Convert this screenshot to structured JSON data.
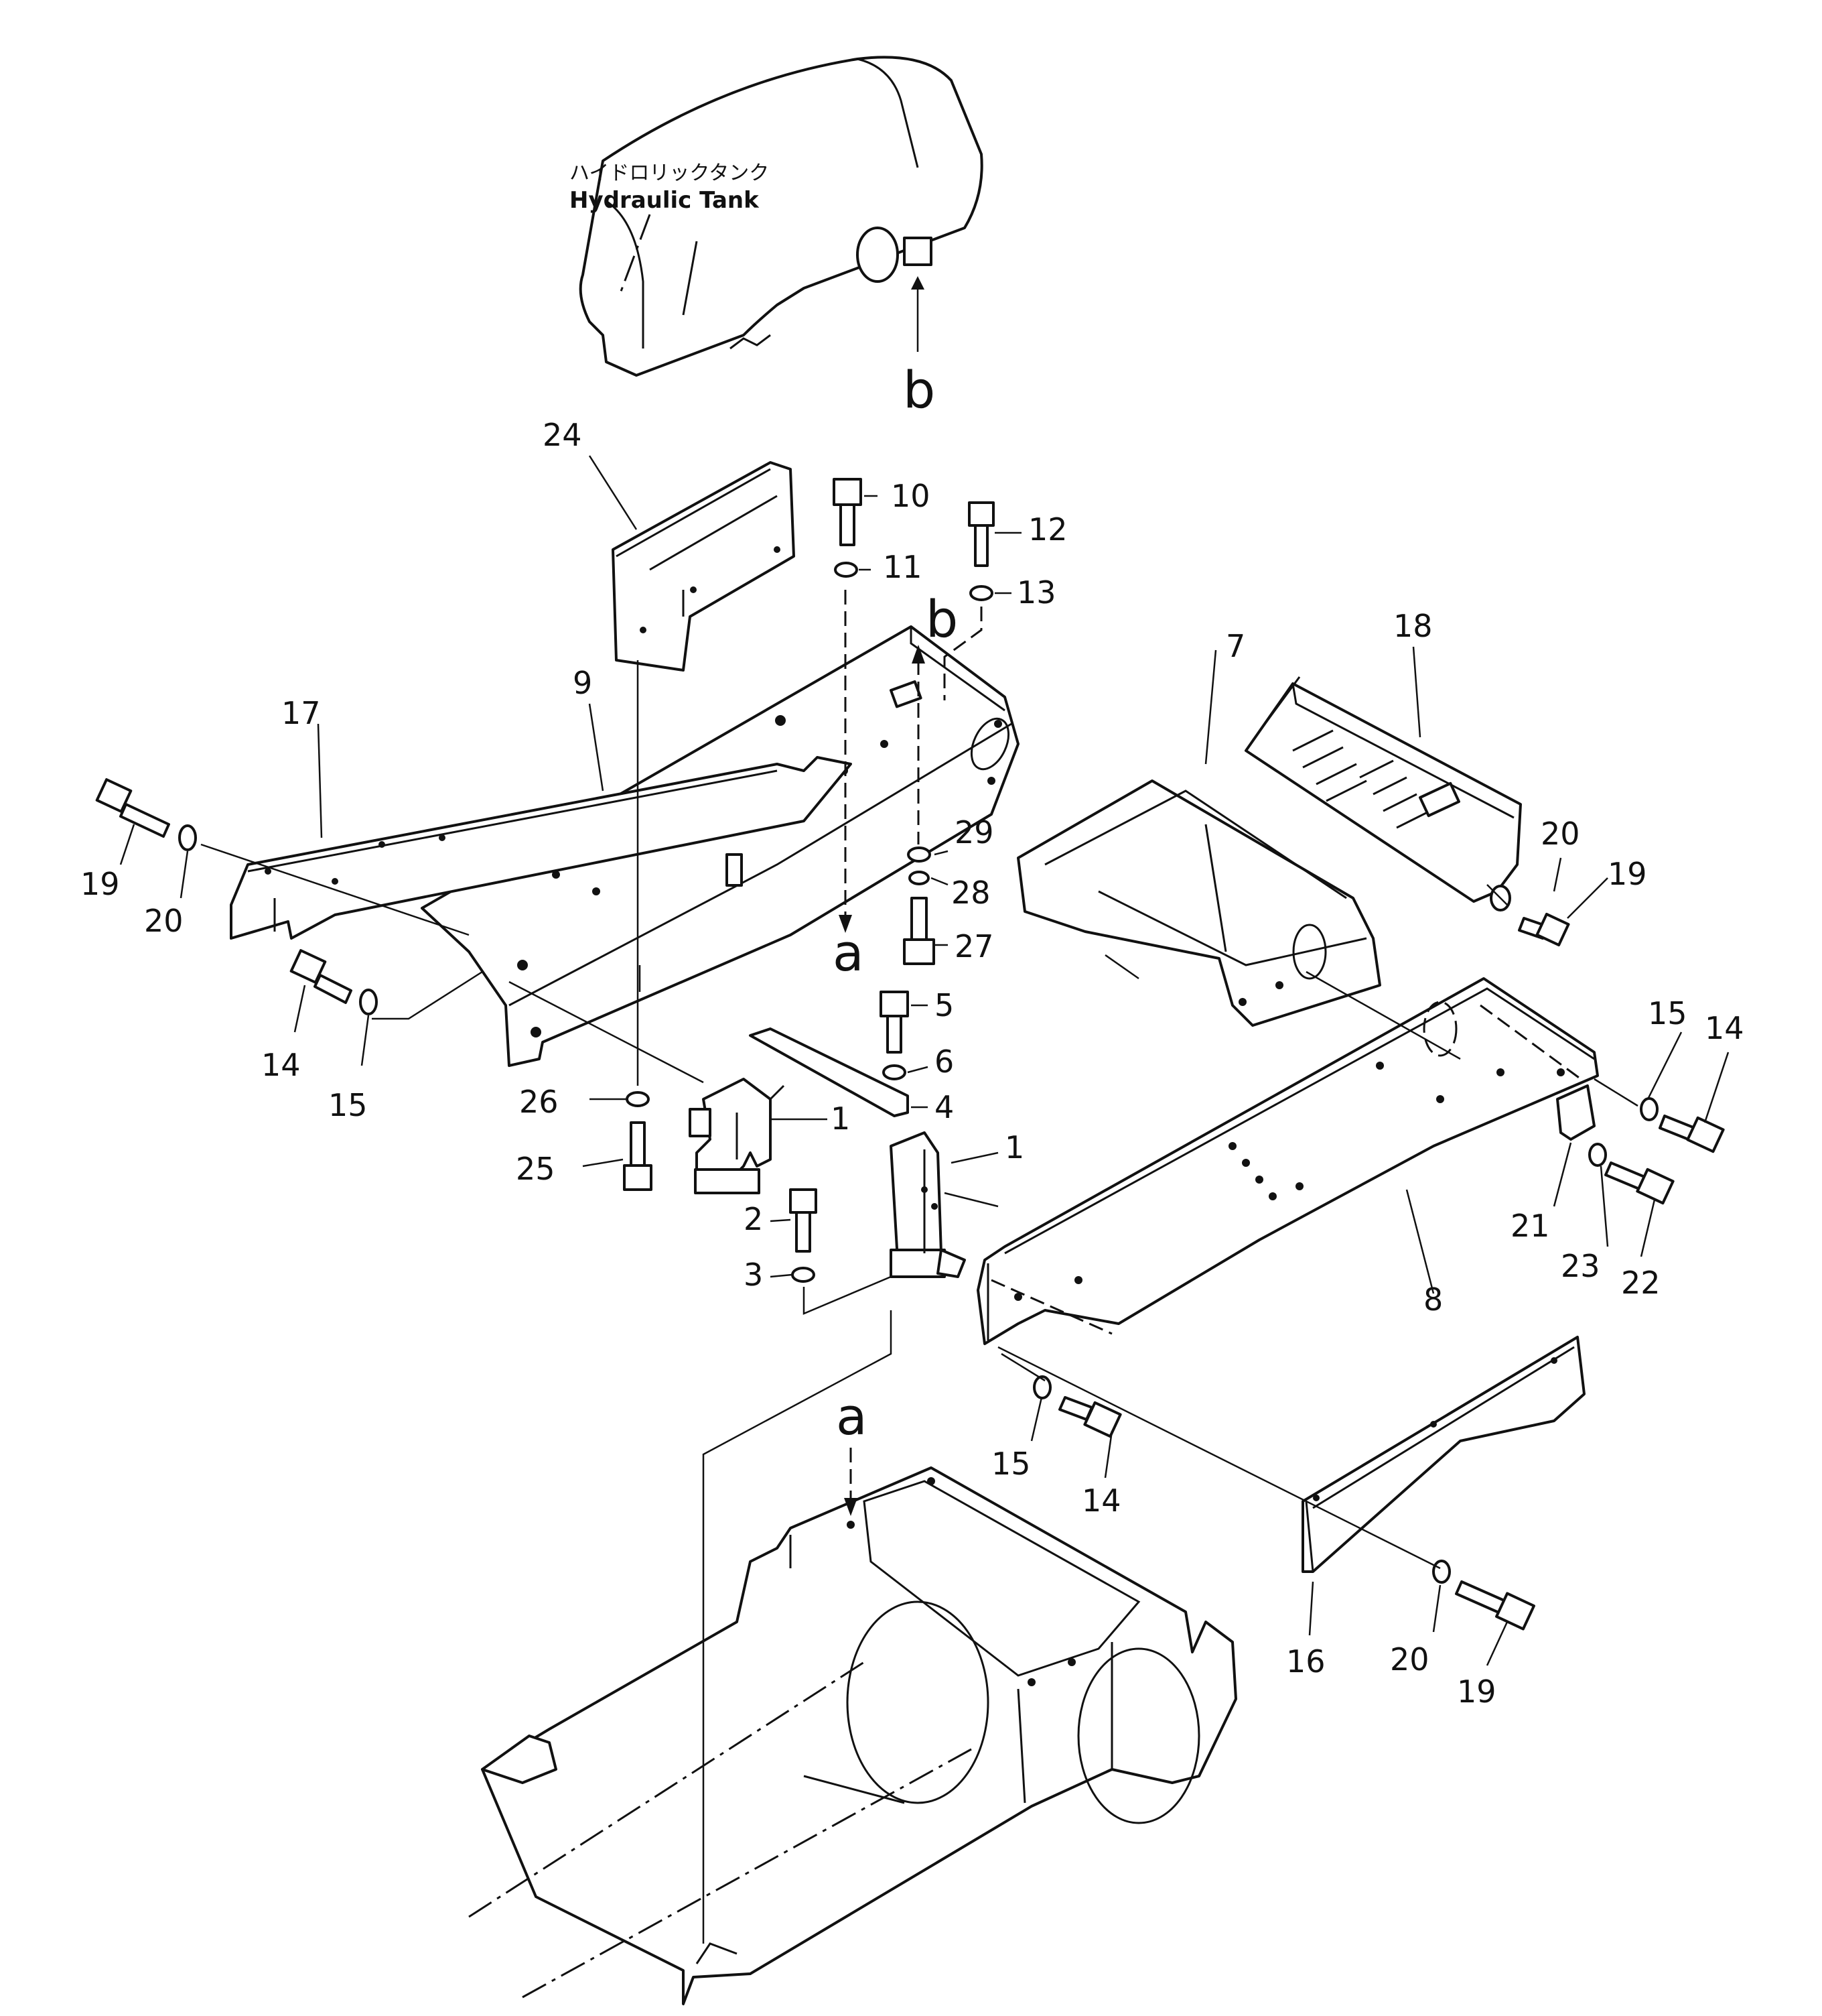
{
  "labels": {
    "tank_jp": "ハイドロリックタンク",
    "tank_en": "Hydraulic  Tank"
  },
  "refs": {
    "a_lower": "a",
    "a_upper": "a",
    "b_top": "b",
    "b_mid": "b"
  },
  "callouts": {
    "c1a": "1",
    "c1b": "1",
    "c2": "2",
    "c3": "3",
    "c4": "4",
    "c5": "5",
    "c6": "6",
    "c7": "7",
    "c8": "8",
    "c9": "9",
    "c10": "10",
    "c11": "11",
    "c12": "12",
    "c13": "13",
    "c14a": "14",
    "c14b": "14",
    "c14c": "14",
    "c15a": "15",
    "c15b": "15",
    "c15c": "15",
    "c16": "16",
    "c17": "17",
    "c18": "18",
    "c19a": "19",
    "c19b": "19",
    "c19c": "19",
    "c20a": "20",
    "c20b": "20",
    "c20c": "20",
    "c21": "21",
    "c22": "22",
    "c23": "23",
    "c24": "24",
    "c25": "25",
    "c26": "26",
    "c27": "27",
    "c28": "28",
    "c29": "29"
  }
}
